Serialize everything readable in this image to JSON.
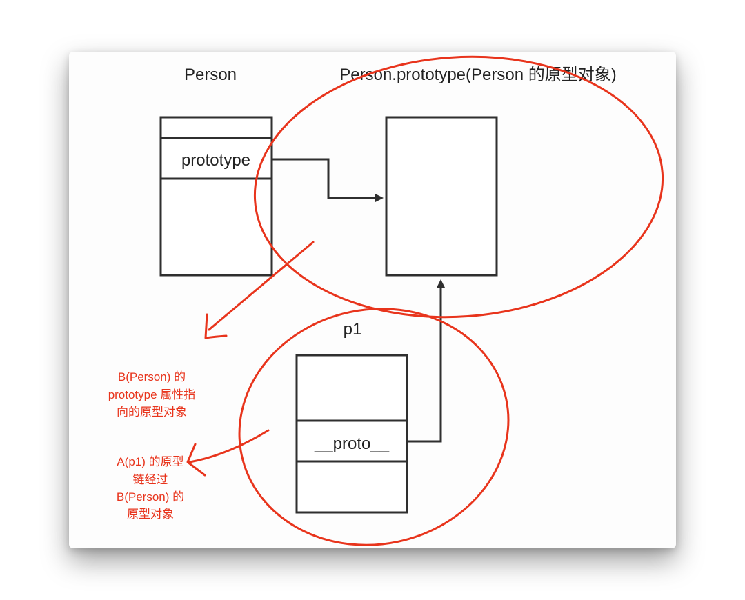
{
  "labels": {
    "person_title": "Person",
    "prototype_object_title": "Person.prototype(Person 的原型对象)",
    "prototype_field": "prototype",
    "p1_title": "p1",
    "proto_field": "__proto__"
  },
  "annotations": {
    "note_b": [
      "B(Person) 的",
      "prototype 属性指",
      "向的原型对象"
    ],
    "note_a": [
      "A(p1) 的原型",
      "链经过",
      "B(Person) 的",
      "原型对象"
    ]
  },
  "colors": {
    "annotation_red": "#e8341c",
    "line_dark": "#2f2f2f"
  }
}
